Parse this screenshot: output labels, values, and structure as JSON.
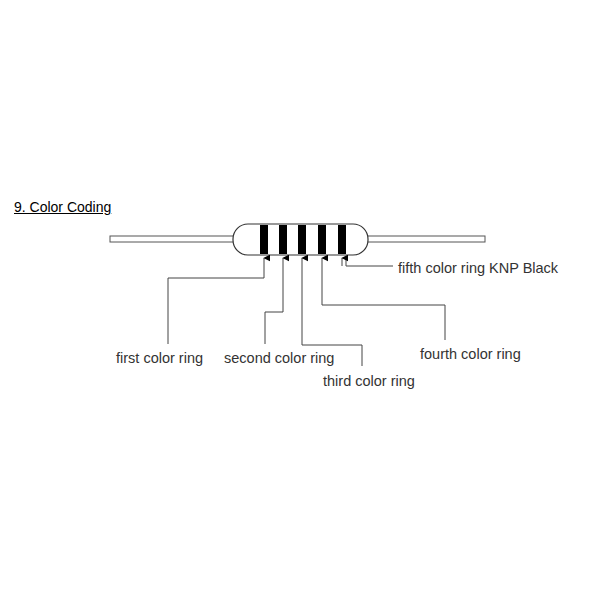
{
  "diagram": {
    "title": "9. Color Coding",
    "labels": [
      "first color ring",
      "second color ring",
      "third color ring",
      "fourth color ring",
      "fifth color ring KNP Black"
    ]
  }
}
